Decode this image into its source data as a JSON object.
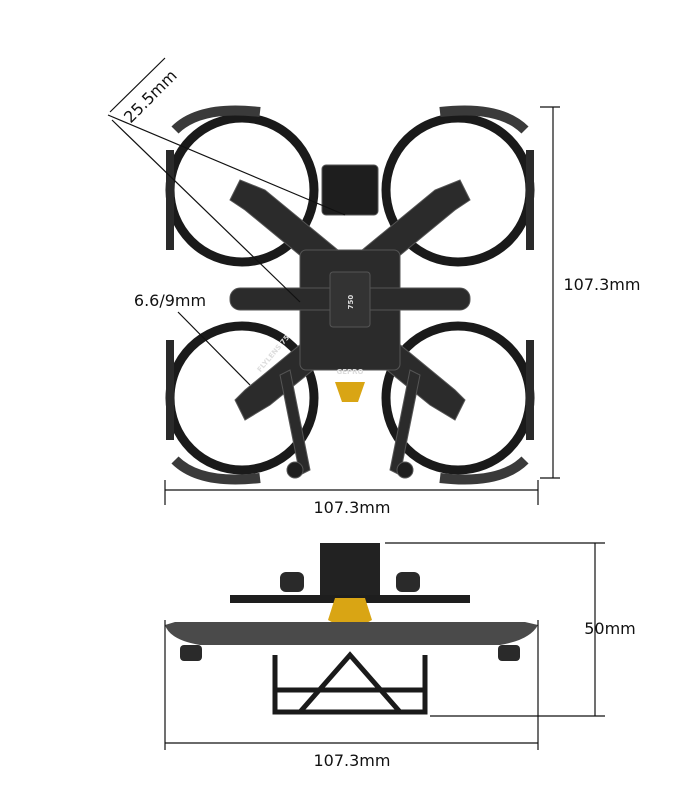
{
  "dimensions": {
    "prop_clearance": "25.5mm",
    "mount_holes": "6.6/9mm",
    "top_height": "107.3mm",
    "top_width": "107.3mm",
    "side_height": "50mm",
    "side_width": "107.3mm"
  },
  "frame_markings": {
    "brand": "GEPRO",
    "model": "FLYLENS 75",
    "battery_mark": "750"
  },
  "colors": {
    "frame": "#2b2b2b",
    "duct": "#1a1a1a",
    "accent_gold": "#d9a514",
    "dimension_line": "#111111"
  }
}
